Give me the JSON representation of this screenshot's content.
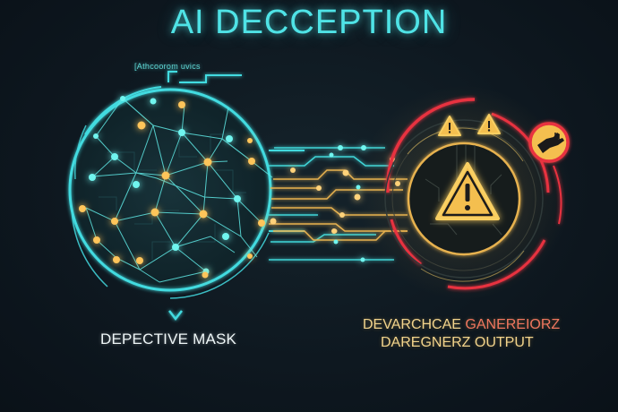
{
  "title": "AI DECCEPTION",
  "left_panel": {
    "sublabel": "[Athcoorom uvics",
    "caption": "DEPECTIVE MASK",
    "icon": "neural-network-sphere"
  },
  "right_panel": {
    "caption_line1_part1": "DEVARCHCAE ",
    "caption_line1_part2": "GANEREIORZ",
    "caption_line2": "DAREGNERZ OUTPUT",
    "icons": [
      "warning-triangle-icon",
      "warning-triangle-icon",
      "warning-triangle-icon",
      "hand-pointer-badge-icon"
    ]
  },
  "colors": {
    "background": "#0e1820",
    "cyan": "#4fe3e6",
    "gold": "#f2b84b",
    "red": "#e8333f",
    "warning_yellow": "#f4bf4f"
  }
}
